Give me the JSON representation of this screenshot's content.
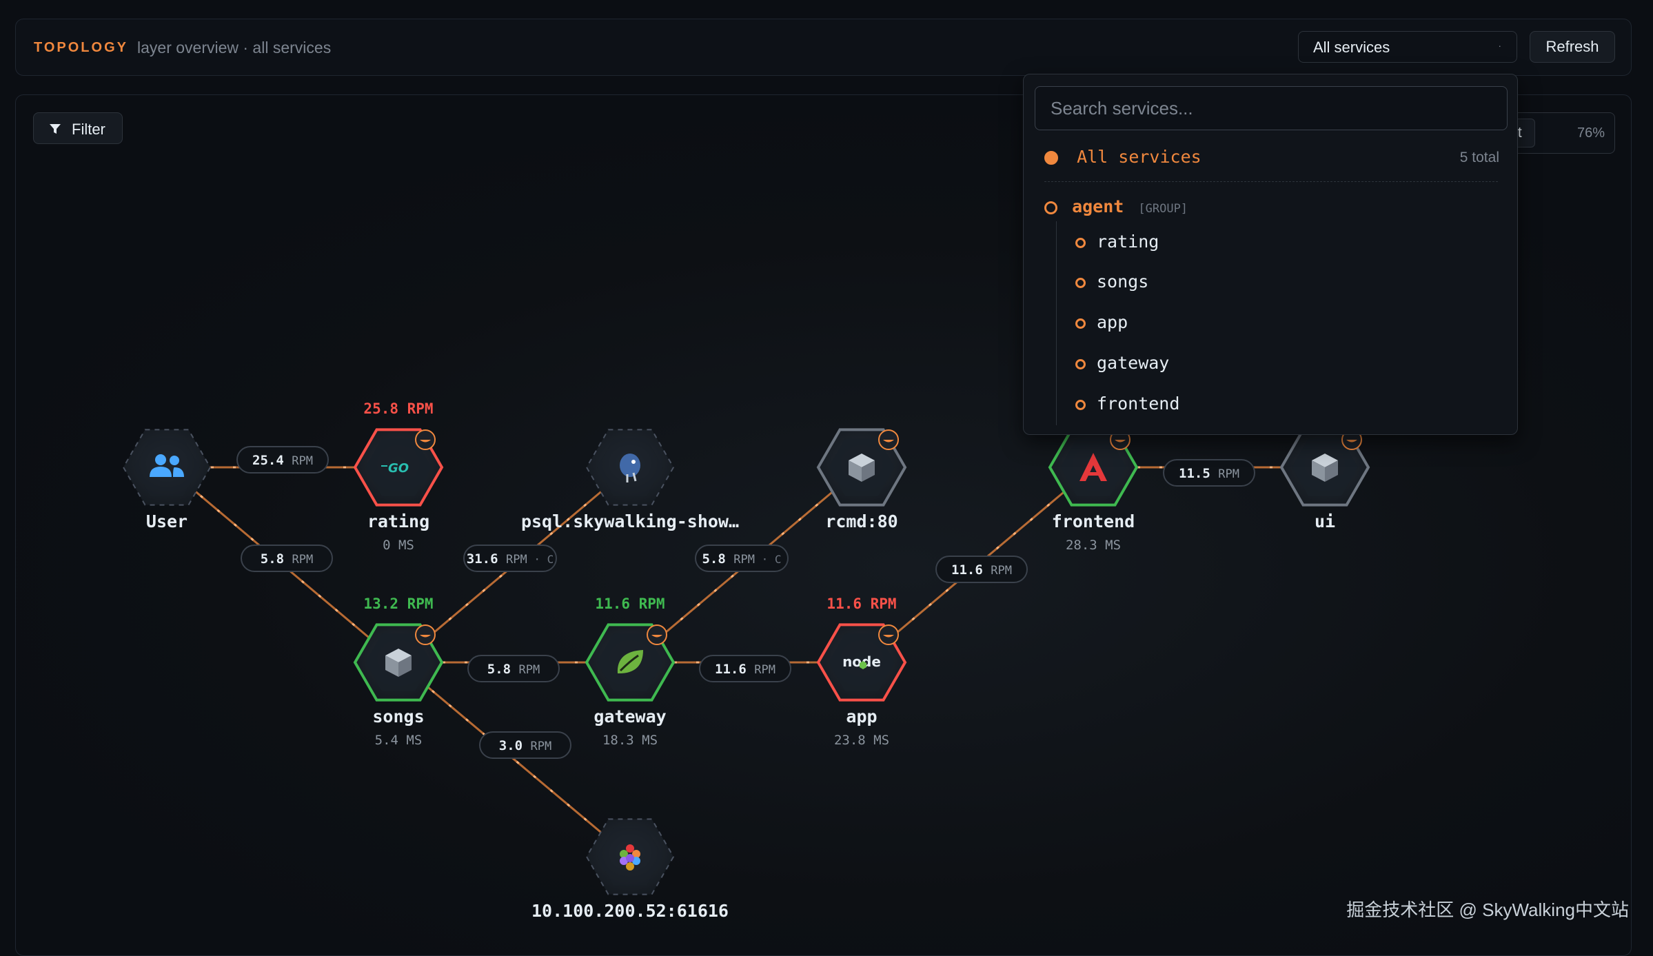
{
  "header": {
    "title": "TOPOLOGY",
    "subtitle": "layer overview · all services",
    "service_select_value": "All services",
    "refresh_label": "Refresh"
  },
  "toolbar": {
    "filter_label": "Filter",
    "fit_label": "Fit",
    "zoom": "76%"
  },
  "dropdown": {
    "search_placeholder": "Search services...",
    "all_label": "All services",
    "total": "5 total",
    "group": {
      "name": "agent",
      "tag": "[GROUP]"
    },
    "items": [
      "rating",
      "songs",
      "app",
      "gateway",
      "frontend"
    ]
  },
  "colors": {
    "accent": "#f0883e",
    "healthy": "#3fb950",
    "error": "#f85149",
    "neutral": "#6e7681"
  },
  "nodes": [
    {
      "id": "user",
      "label": "User",
      "icon": "users-icon",
      "status": "virtual"
    },
    {
      "id": "rating",
      "label": "rating",
      "metric": "0 MS",
      "rpm": "25.8 RPM",
      "status": "error",
      "icon": "go-icon",
      "badge": true
    },
    {
      "id": "psql",
      "label": "psql.skywalking-show…",
      "icon": "postgresql-icon",
      "status": "virtual"
    },
    {
      "id": "rcmd",
      "label": "rcmd:80",
      "icon": "cube-icon",
      "status": "neutral",
      "badge": true
    },
    {
      "id": "frontend",
      "label": "frontend",
      "metric": "28.3 MS",
      "status": "healthy",
      "icon": "angular-icon",
      "badge": true
    },
    {
      "id": "ui",
      "label": "ui",
      "icon": "cube-icon",
      "status": "neutral",
      "badge": true
    },
    {
      "id": "songs",
      "label": "songs",
      "metric": "5.4 MS",
      "rpm": "13.2 RPM",
      "status": "healthy",
      "icon": "cube-icon",
      "badge": true
    },
    {
      "id": "gateway",
      "label": "gateway",
      "metric": "18.3 MS",
      "rpm": "11.6 RPM",
      "status": "healthy",
      "icon": "spring-icon",
      "badge": true
    },
    {
      "id": "app",
      "label": "app",
      "metric": "23.8 MS",
      "rpm": "11.6 RPM",
      "status": "error",
      "icon": "nodejs-icon",
      "badge": true
    },
    {
      "id": "kafka",
      "label": "10.100.200.52:61616",
      "icon": "broker-icon",
      "status": "virtual"
    }
  ],
  "edges": [
    {
      "from": "user",
      "to": "rating",
      "label": "25.4",
      "unit": "RPM"
    },
    {
      "from": "user",
      "to": "songs",
      "label": "5.8",
      "unit": "RPM"
    },
    {
      "from": "songs",
      "to": "psql",
      "label": "31.6",
      "unit": "RPM",
      "suffix": "· C"
    },
    {
      "from": "songs",
      "to": "gateway",
      "label": "5.8",
      "unit": "RPM"
    },
    {
      "from": "songs",
      "to": "kafka",
      "label": "3.0",
      "unit": "RPM"
    },
    {
      "from": "gateway",
      "to": "rcmd",
      "label": "5.8",
      "unit": "RPM",
      "suffix": "· C"
    },
    {
      "from": "gateway",
      "to": "app",
      "label": "11.6",
      "unit": "RPM"
    },
    {
      "from": "app",
      "to": "frontend",
      "label": "11.6",
      "unit": "RPM"
    },
    {
      "from": "frontend",
      "to": "ui",
      "label": "11.5",
      "unit": "RPM"
    }
  ],
  "watermark": "掘金技术社区 @ SkyWalking中文站"
}
